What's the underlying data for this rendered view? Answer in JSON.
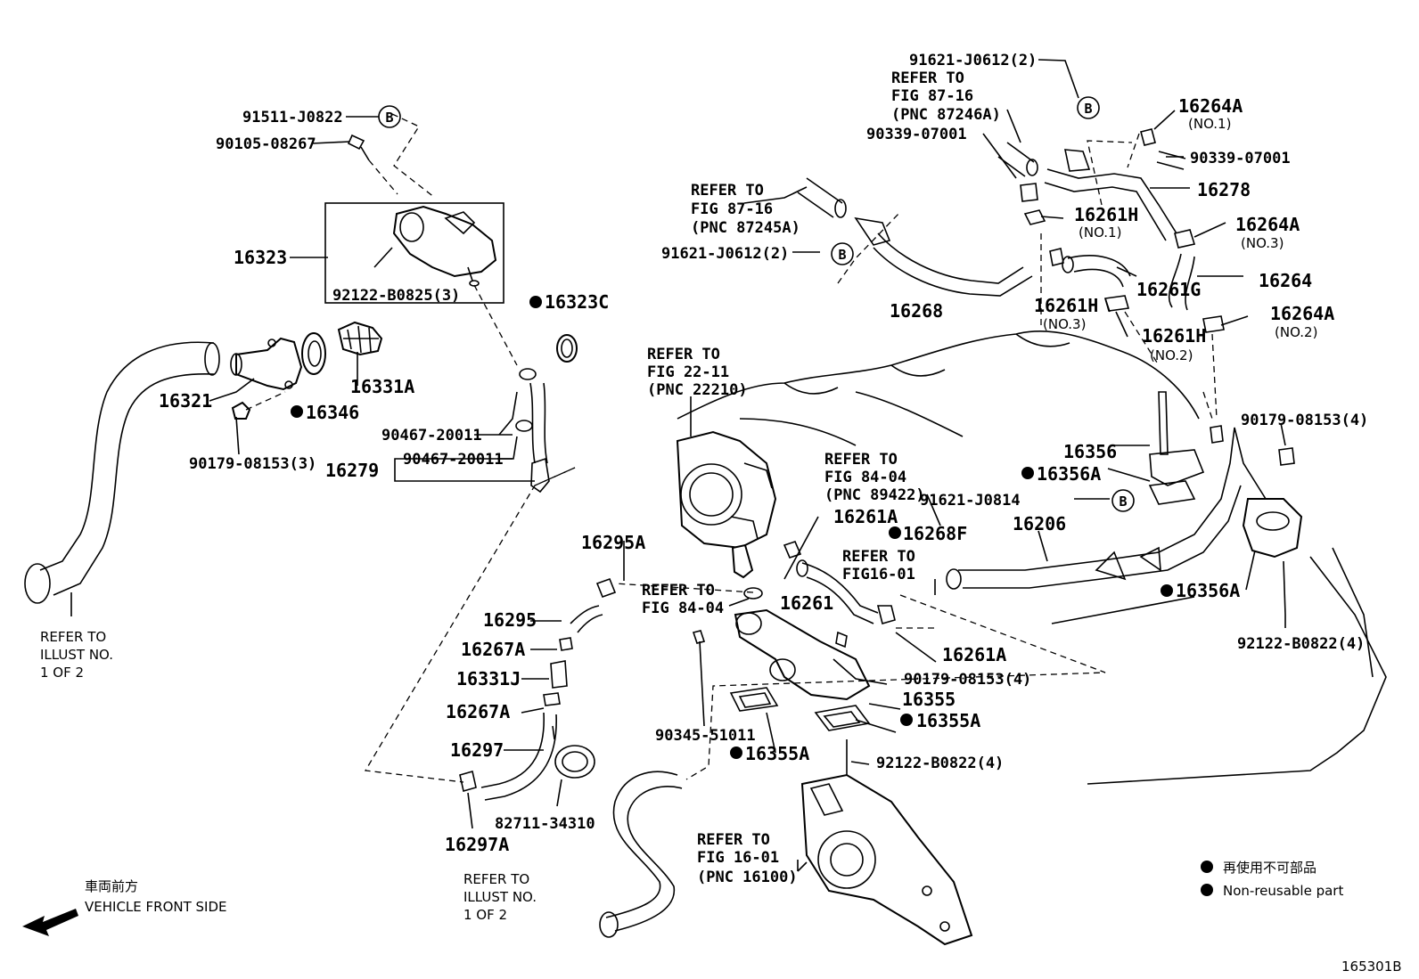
{
  "labels": {
    "p91511": "91511-J0822",
    "p90105": "90105-08267",
    "p16323": "16323",
    "p92122a": "92122-B0825(3)",
    "p16323c": "16323C",
    "p16321": "16321",
    "p16346": "16346",
    "p16331a": "16331A",
    "p90179a": "90179-08153(3)",
    "p90467a": "90467-20011",
    "p90467b": "90467-20011",
    "p16279": "16279",
    "ref_illust_left": [
      "REFER TO",
      "ILLUST NO.",
      "1 OF 2"
    ],
    "ref_2211": [
      "REFER TO",
      "FIG 22-11",
      "(PNC 22210)"
    ],
    "ref_8404a": [
      "REFER TO",
      "FIG 84-04",
      "(PNC 89422)"
    ],
    "p16261a_1": "16261A",
    "p16268f": "16268F",
    "ref_1601a": [
      "REFER TO",
      "FIG16-01"
    ],
    "p16295a": "16295A",
    "ref_8404b": [
      "REFER TO",
      "FIG 84-04"
    ],
    "p16261": "16261",
    "p16295": "16295",
    "p16267a_1": "16267A",
    "p16331j": "16331J",
    "p16267a_2": "16267A",
    "p16297": "16297",
    "p16297a": "16297A",
    "p82711": "82711-34310",
    "p16261a_2": "16261A",
    "p90179b": "90179-08153(4)",
    "p16355": "16355",
    "p16355a_1": "16355A",
    "p90345": "90345-51011",
    "p16355a_2": "16355A",
    "p92122b": "92122-B0822(4)",
    "ref_illust_mid": [
      "REFER TO",
      "ILLUST NO.",
      "1 OF 2"
    ],
    "ref_1601b": [
      "REFER TO",
      "FIG 16-01",
      "(PNC 16100)"
    ],
    "p91621a": "91621-J0612(2)",
    "ref_8716a": [
      "REFER TO",
      "FIG 87-16",
      "(PNC 87246A)"
    ],
    "p90339a": "90339-07001",
    "p16264a_1": "16264A",
    "p16264a_1n": "(NO.1)",
    "p90339b": "90339-07001",
    "p16278": "16278",
    "ref_8716b": [
      "REFER TO",
      "FIG 87-16",
      "(PNC 87245A)"
    ],
    "p16261h_1": "16261H",
    "p16261h_1n": "(NO.1)",
    "p16264a_3": "16264A",
    "p16264a_3n": "(NO.3)",
    "p91621b": "91621-J0612(2)",
    "p16264": "16264",
    "p16261g": "16261G",
    "p16268": "16268",
    "p16261h_3": "16261H",
    "p16261h_3n": "(NO.3)",
    "p16264a_2": "16264A",
    "p16264a_2n": "(NO.2)",
    "p16261h_2": "16261H",
    "p16261h_2n": "(NO.2)",
    "p90179c": "90179-08153(4)",
    "p16356": "16356",
    "p16356a_1": "16356A",
    "p91621c": "91621-J0814",
    "p16206": "16206",
    "p16356a_2": "16356A",
    "p92122c": "92122-B0822(4)",
    "ref_marker": "B"
  },
  "legend": {
    "jp": "再使用不可部品",
    "en": "Non-reusable part"
  },
  "front": {
    "jp": "車両前方",
    "en": "VEHICLE FRONT SIDE"
  },
  "figure_id": "165301B"
}
